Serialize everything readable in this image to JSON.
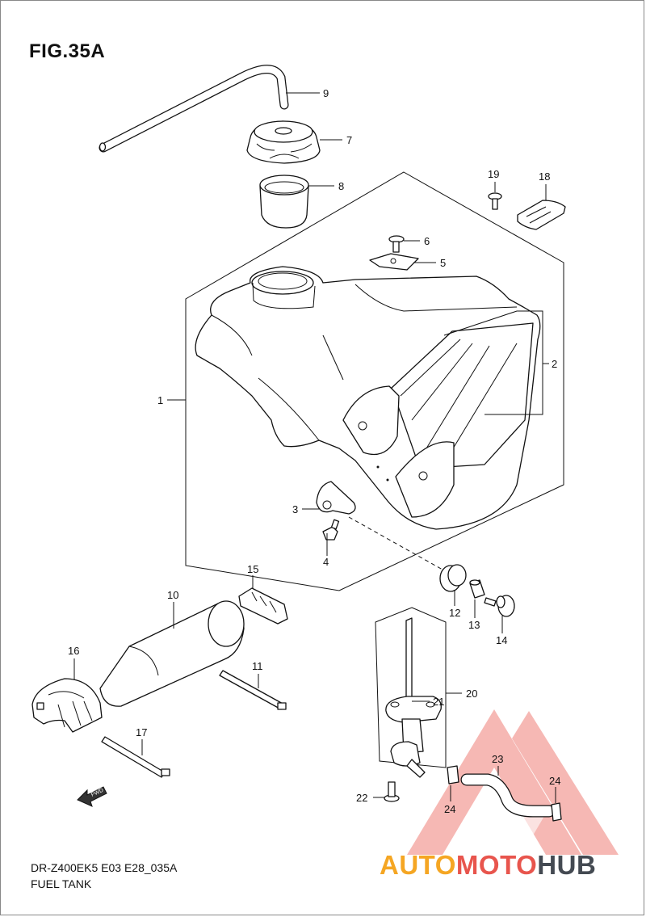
{
  "figure": {
    "title": "FIG.35A",
    "model_code": "DR-Z400EK5 E03 E28_035A",
    "section_name": "FUEL TANK"
  },
  "callouts": [
    "1",
    "2",
    "3",
    "4",
    "5",
    "6",
    "7",
    "8",
    "9",
    "10",
    "11",
    "12",
    "13",
    "14",
    "15",
    "16",
    "17",
    "18",
    "19",
    "20",
    "21",
    "22",
    "23",
    "24",
    "24"
  ],
  "parts": [
    {
      "num": "1",
      "part": "fuel-tank"
    },
    {
      "num": "2",
      "part": "tank-side-cover"
    },
    {
      "num": "3",
      "part": "bracket"
    },
    {
      "num": "4",
      "part": "bolt"
    },
    {
      "num": "5",
      "part": "bracket-plate"
    },
    {
      "num": "6",
      "part": "screw"
    },
    {
      "num": "7",
      "part": "fuel-cap"
    },
    {
      "num": "8",
      "part": "cap-adapter"
    },
    {
      "num": "9",
      "part": "breather-hose"
    },
    {
      "num": "10",
      "part": "cushion-tube"
    },
    {
      "num": "11",
      "part": "clamp-band"
    },
    {
      "num": "12",
      "part": "grommet"
    },
    {
      "num": "13",
      "part": "collar"
    },
    {
      "num": "14",
      "part": "bolt-washer"
    },
    {
      "num": "15",
      "part": "cushion-pad"
    },
    {
      "num": "16",
      "part": "rubber-cushion"
    },
    {
      "num": "17",
      "part": "clamp-band"
    },
    {
      "num": "18",
      "part": "strap"
    },
    {
      "num": "19",
      "part": "screw"
    },
    {
      "num": "20",
      "part": "fuel-valve-assy"
    },
    {
      "num": "21",
      "part": "o-ring"
    },
    {
      "num": "22",
      "part": "screw"
    },
    {
      "num": "23",
      "part": "fuel-hose"
    },
    {
      "num": "24",
      "part": "hose-clip"
    }
  ],
  "direction_marker": "FWD",
  "watermark": {
    "text_a": "AUTO",
    "text_b": "MOTO",
    "text_c": "HUB",
    "colors": {
      "auto": "#f5a623",
      "moto": "#e8554d",
      "hub": "#444a52",
      "triangle": "#e8554d"
    }
  }
}
